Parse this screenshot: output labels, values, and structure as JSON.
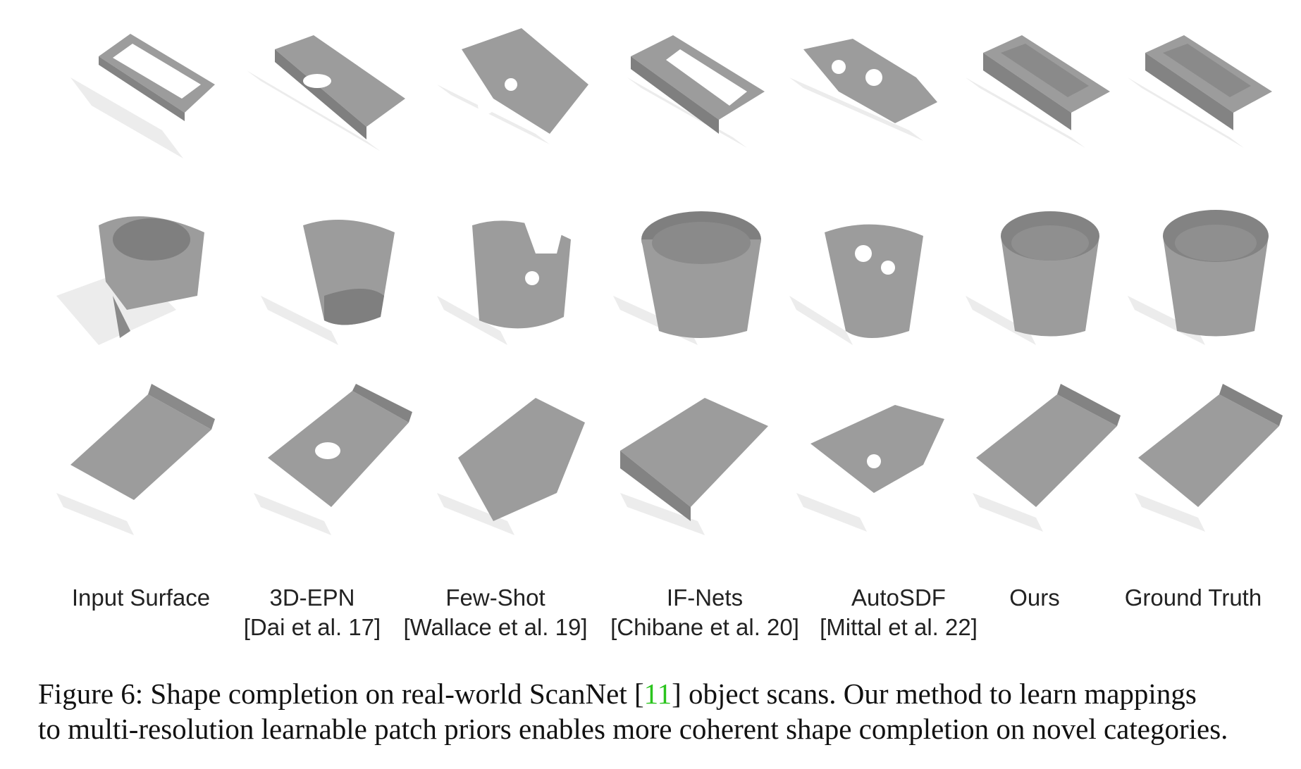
{
  "columns": [
    {
      "title": "Input Surface",
      "citation": ""
    },
    {
      "title": "3D-EPN",
      "citation": "[Dai et al. 17]"
    },
    {
      "title": "Few-Shot",
      "citation": "[Wallace et al. 19]"
    },
    {
      "title": "IF-Nets",
      "citation": "[Chibane et al. 20]"
    },
    {
      "title": "AutoSDF",
      "citation": "[Mittal et al. 22]"
    },
    {
      "title": "Ours",
      "citation": ""
    },
    {
      "title": "Ground Truth",
      "citation": ""
    }
  ],
  "caption": {
    "line1_before": "Figure 6: Shape completion on real-world ScanNet [",
    "ref": "11",
    "line1_after": "] object scans. Our method to learn mappings",
    "line2": "to multi-resolution learnable patch priors enables more coherent shape completion on novel categories."
  },
  "colors": {
    "shape": "#9c9c9c",
    "shape_dark": "#7d7d7d",
    "shadow": "#ececec",
    "citation_link": "#2bc41e"
  }
}
